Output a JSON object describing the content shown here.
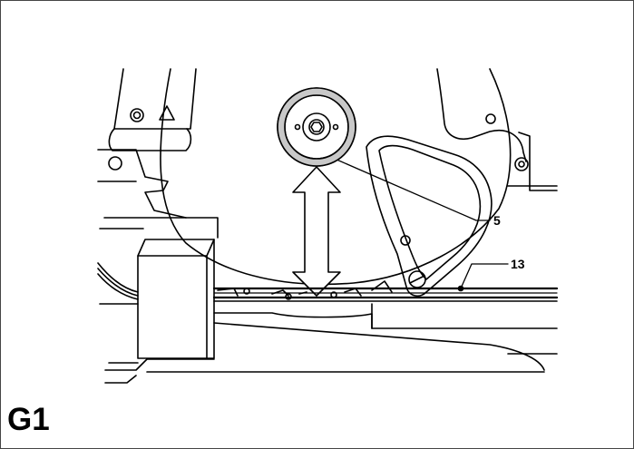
{
  "figure": {
    "label": "G1",
    "callouts": {
      "blade_flange": "5",
      "guide_rail": "13"
    }
  },
  "icons": {
    "circle_symbol": "circle-symbol-icon",
    "triangle_symbol": "triangle-symbol-icon"
  },
  "colors": {
    "line": "#000000",
    "flange_ring": "#c8c8c8",
    "frame_border": "#444444",
    "background": "#ffffff"
  }
}
